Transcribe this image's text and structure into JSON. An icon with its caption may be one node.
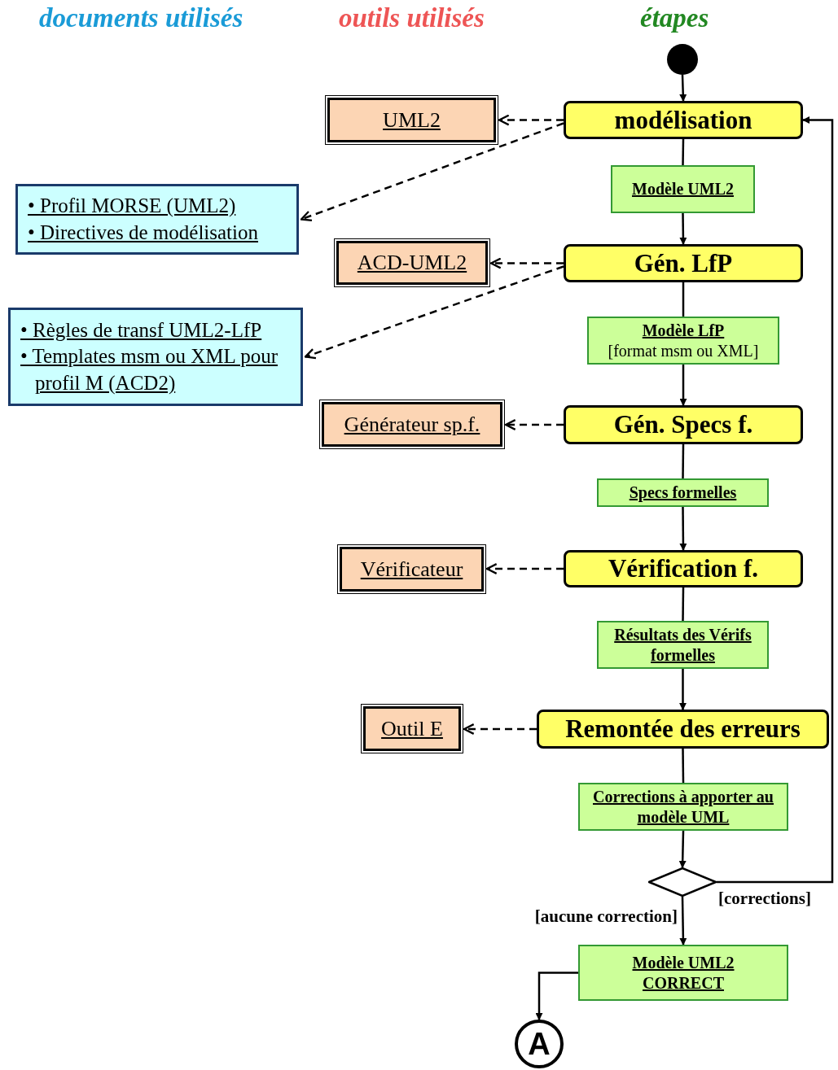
{
  "diagram": {
    "nodes": [
      {
        "text": [],
        "shape": "circle"
      },
      {
        "text": [
          "modélisation"
        ]
      },
      {
        "text": [
          "Modèle UML2"
        ]
      },
      {
        "text": [
          "Gén. LfP"
        ]
      },
      {
        "text": [
          "Modèle LfP",
          "[format msm ou XML]"
        ]
      },
      {
        "text": [
          "Gén. Specs f."
        ]
      },
      {
        "text": [
          "Specs formelles"
        ]
      },
      {
        "text": [
          "Vérification f."
        ]
      },
      {
        "text": [
          "Résultats des Vérifs formelles"
        ]
      },
      {
        "text": [
          "Remontée des erreurs"
        ]
      },
      {
        "text": [
          "Corrections à apporter au modèle UML"
        ]
      },
      {
        "text": [],
        "shape": "diamond"
      },
      {
        "text": [
          "Modèle UML2 CORRECT"
        ]
      },
      {
        "text": [
          "A"
        ]
      },
      {
        "text": [
          "UML2"
        ]
      },
      {
        "text": [
          "• Profil MORSE (UML2)",
          "• Directives de modélisation"
        ]
      },
      {
        "text": [
          "ACD-UML2"
        ]
      },
      {
        "text": [
          "• Règles de transf UML2-LfP",
          "• Templates msm ou XML pour profil M (ACD2)"
        ]
      },
      {
        "text": [
          "Générateur sp.f."
        ]
      },
      {
        "text": [
          "Vérificateur"
        ]
      },
      {
        "text": [
          "Outil E"
        ]
      }
    ],
    "edges": [
      {
        "from": 0,
        "to": 1,
        "arrow": "to"
      },
      {
        "from": 1,
        "to": 2,
        "arrow": "none"
      },
      {
        "from": 2,
        "to": 3,
        "arrow": "to"
      },
      {
        "from": 3,
        "to": 4,
        "arrow": "none"
      },
      {
        "from": 4,
        "to": 5,
        "arrow": "to"
      },
      {
        "from": 5,
        "to": 6,
        "arrow": "none"
      },
      {
        "from": 6,
        "to": 7,
        "arrow": "to"
      },
      {
        "from": 7,
        "to": 8,
        "arrow": "none"
      },
      {
        "from": 8,
        "to": 9,
        "arrow": "to"
      },
      {
        "from": 9,
        "to": 10,
        "arrow": "none"
      },
      {
        "from": 10,
        "to": 11,
        "arrow": "to"
      },
      {
        "from": 11,
        "to": 12,
        "arrow": "to",
        "label": "[aucune correction]"
      },
      {
        "from": 11,
        "to": 1,
        "arrow": "to",
        "label": "[corrections]"
      },
      {
        "from": 12,
        "to": 13,
        "arrow": "to"
      },
      {
        "from": 1,
        "to": 14,
        "arrow": "to",
        "style": "dashed"
      },
      {
        "from": 1,
        "to": 15,
        "arrow": "to",
        "style": "dashed"
      },
      {
        "from": 3,
        "to": 16,
        "arrow": "to",
        "style": "dashed"
      },
      {
        "from": 3,
        "to": 17,
        "arrow": "to",
        "style": "dashed"
      },
      {
        "from": 5,
        "to": 18,
        "arrow": "to",
        "style": "dashed"
      },
      {
        "from": 7,
        "to": 19,
        "arrow": "to",
        "style": "dashed"
      },
      {
        "from": 9,
        "to": 20,
        "arrow": "to",
        "style": "dashed"
      }
    ],
    "labels": [
      "documents utilisés",
      "outils utilisés",
      "étapes"
    ]
  }
}
